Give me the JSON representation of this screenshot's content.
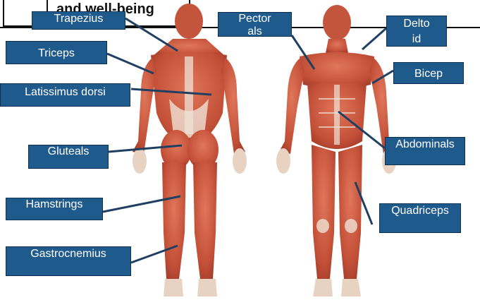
{
  "header": {
    "title": "and well-being"
  },
  "labels": {
    "trapezius": "Trapezius",
    "triceps": "Triceps",
    "latissimus": "Latissimus dorsi",
    "gluteals": "Gluteals",
    "hamstrings": "Hamstrings",
    "gastrocnemius": "Gastrocnemius",
    "pectorals": "Pectorals",
    "deltoid": "Deltoid",
    "bicep": "Bicep",
    "abdominals": "Abdominals",
    "quadriceps": "Quadriceps"
  },
  "colors": {
    "label_fill": "#1f5a8c",
    "leader_line": "#1f3f63",
    "muscle": "#c8553d",
    "tendon": "#efe2d6"
  }
}
